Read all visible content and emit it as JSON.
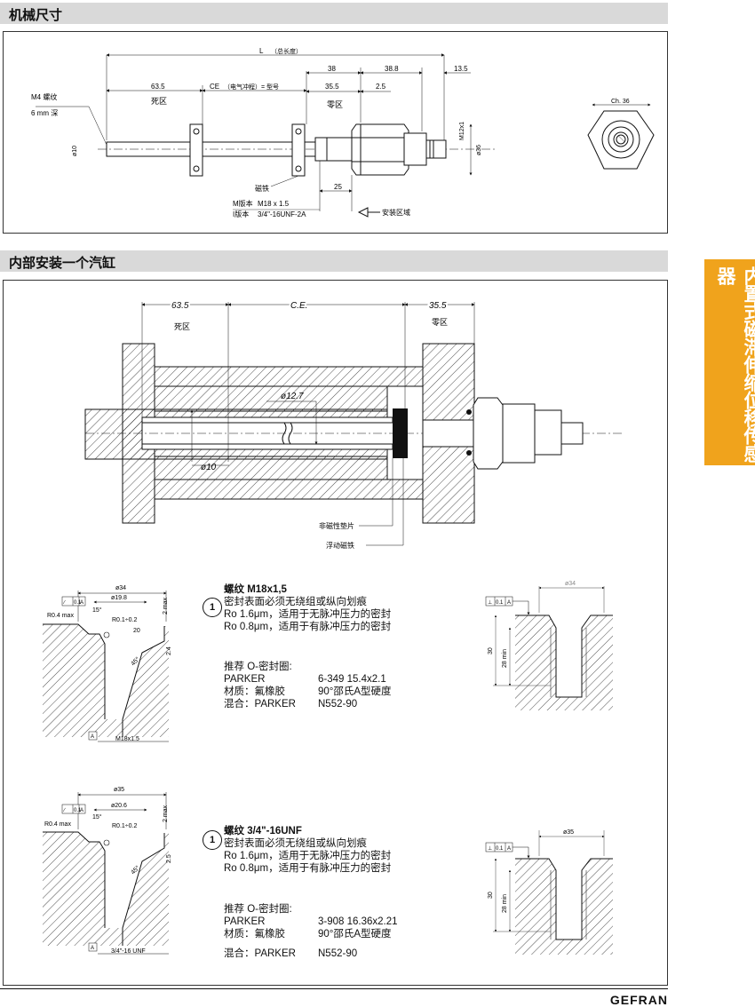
{
  "sections": {
    "mech_title": "机械尺寸",
    "cyl_title": "内部安装一个汽缸"
  },
  "side_tab": "内置式磁滞伸缩位移传感器",
  "mech": {
    "L": "L",
    "L_note": "（总长度）",
    "d63_5": "63.5",
    "ce": "CE",
    "ce_note": "（电气冲程）= 型号",
    "d38": "38",
    "d38_8": "38.8",
    "d13_5": "13.5",
    "d35_5": "35.5",
    "d2_5": "2.5",
    "dead": "死区",
    "zero": "零区",
    "m4": "M4 螺纹",
    "depth": "6 mm 深",
    "d10": "ø10",
    "m12": "M12x1",
    "d36": "ø36",
    "magnet": "磁铁",
    "d25": "25",
    "mver_label": "M版本",
    "mver_val": "M18 x 1.5",
    "iver_label": "I版本",
    "iver_val": "3/4\"-16UNF-2A",
    "install": "安装区域",
    "ch36": "Ch. 36"
  },
  "cyl": {
    "d63_5": "63.5",
    "ce": "C.E.",
    "d35_5": "35.5",
    "dead": "死区",
    "zero": "零区",
    "d12_7": "ø12.7",
    "d10": "ø10",
    "spacer": "非磁性垫片",
    "float": "浮动磁铁"
  },
  "detail1": {
    "d34": "ø34",
    "tol": "0.1",
    "datum": "A",
    "d19_8": "ø19.8",
    "r04": "R0.4  max",
    "r01": "R0.1÷0.2",
    "a15": "15°",
    "a20": "20",
    "d2max": "2 max",
    "d2_4": "2.4",
    "a45": "45°",
    "thread": "M18x1.5"
  },
  "detail2": {
    "d35": "ø35",
    "tol": "0.1",
    "datum": "A",
    "d20_6": "ø20.6",
    "r04": "R0.4  max",
    "r01": "R0.1÷0.2",
    "a15": "15°",
    "d2max": "2 max",
    "d2_5": "2.5",
    "a45": "45°",
    "thread": "3/4\"-16  UNF"
  },
  "right1": {
    "d34": "ø34",
    "tol": "0.1",
    "datum": "A",
    "h30": "30",
    "h28": "28 min"
  },
  "right2": {
    "d35": "ø35",
    "tol": "0.1",
    "datum": "A",
    "h30": "30",
    "h28": "28 min"
  },
  "note1": {
    "num": "1",
    "title": "螺纹 M18x1,5",
    "l1": "密封表面必须无绕组或纵向划痕",
    "l2": "Ro 1.6μm，适用于无脉冲压力的密封",
    "l3": "Ro 0.8μm，适用于有脉冲压力的密封",
    "rec": "推荐 O-密封圈:",
    "parker": "PARKER",
    "parker_val": "6-349 15.4x2.1",
    "mat": "材质：氟橡胶",
    "mat_val": "90°邵氏A型硬度",
    "mix": "混合：PARKER",
    "mix_val": "N552-90"
  },
  "note2": {
    "num": "1",
    "title": "螺纹 3/4\"-16UNF",
    "l1": "密封表面必须无绕组或纵向划痕",
    "l2": "Ro 1.6μm，适用于无脉冲压力的密封",
    "l3": "Ro 0.8μm，适用于有脉冲压力的密封",
    "rec": "推荐 O-密封圈:",
    "parker": "PARKER",
    "parker_val": "3-908 16.36x2.21",
    "mat": "材质：氟橡胶",
    "mat_val": "90°邵氏A型硬度",
    "mix": "混合：PARKER",
    "mix_val": "N552-90"
  },
  "brand": "GEFRAN"
}
